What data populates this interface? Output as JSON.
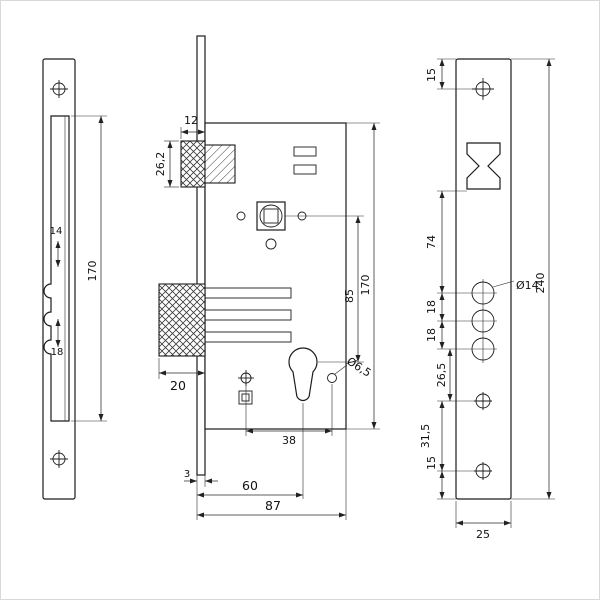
{
  "drawing": {
    "left_view": {
      "roller_width": "14",
      "roller_spacing": "18",
      "hole_spacing": "170"
    },
    "middle_view": {
      "latch_protrusion": "12",
      "latch_height": "26,2",
      "bolt_width": "20",
      "center_distance": "85",
      "body_height": "170",
      "screw_spacing": "38",
      "hole_dia": "Ø6,5",
      "plate_thickness": "3",
      "backset": "60",
      "body_depth": "87"
    },
    "right_view": {
      "top_margin": "15",
      "latch_to_bolt": "74",
      "bolt_gap_1": "18",
      "bolt_gap_2": "18",
      "bolt_dia": "Ø14",
      "bolt_to_screw": "26,5",
      "screw_spacing": "31,5",
      "bottom_margin": "15",
      "plate_length": "240",
      "plate_width": "25"
    }
  }
}
